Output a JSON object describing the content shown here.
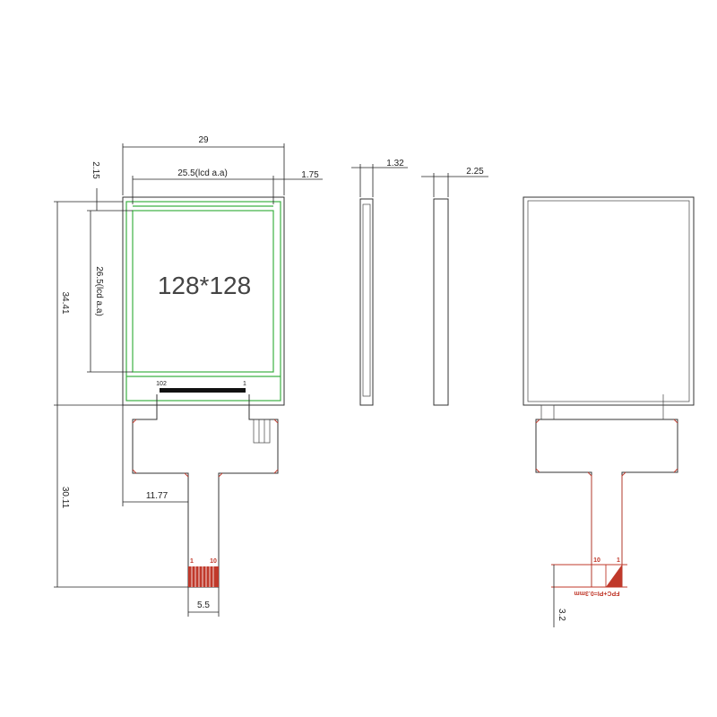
{
  "dimensions": {
    "overall_width": "29",
    "lcd_aa_width": "25.5(lcd a.a)",
    "right_margin": "1.75",
    "top_margin": "2.15",
    "lcd_aa_height": "26.5(lcd a.a)",
    "overall_height": "34.41",
    "fpc_length": "30.11",
    "fpc_offset": "11.77",
    "fpc_width": "5.5",
    "side_thickness_1": "1.32",
    "side_thickness_2": "2.25",
    "fpc_tab": "3.2"
  },
  "screen": {
    "resolution": "128*128"
  },
  "pins": {
    "front_left": "102",
    "front_right": "1",
    "fpc_front_left": "1",
    "fpc_front_right": "10",
    "fpc_back_left": "10",
    "fpc_back_right": "1"
  },
  "back": {
    "fpc_label": "FPC+PI=0.3mm"
  },
  "colors": {
    "lcd_outline": "#3cb043",
    "fpc_accent": "#c0392b",
    "line": "#333333"
  }
}
